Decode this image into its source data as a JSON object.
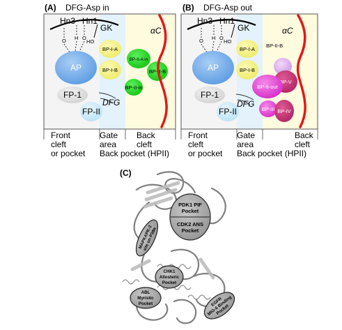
{
  "panel_a": {
    "letter": "(A)",
    "title": "DFG-Asp in",
    "hinge": {
      "hn3": "Hn3",
      "hn1": "Hn1",
      "gk": "GK"
    },
    "atoms": [
      "O",
      "H",
      "O",
      "HO"
    ],
    "pockets": {
      "ap": "AP",
      "bp_i_a": "BP-I-A",
      "bp_i_b": "BP-I-B",
      "bp_ii_a_in": "BP-II-A in",
      "bp_ii_b": "BP-II-B",
      "bp_ii_in": "BP-II-in",
      "fp1": "FP-1",
      "fp2": "FP-II",
      "dfg": "DFG",
      "ac": "αC"
    },
    "bottom": {
      "front": [
        "Front",
        "cleft",
        "or pocket"
      ],
      "gate": [
        "Gate",
        "area"
      ],
      "back": [
        "Back",
        "cleft"
      ],
      "hpii": "Back pocket (HPII)"
    }
  },
  "panel_b": {
    "letter": "(B)",
    "title": "DFG-Asp out",
    "hinge": {
      "hn3": "Hn3",
      "hn1": "Hn1",
      "gk": "GK"
    },
    "atoms": [
      "O",
      "H",
      "O",
      "HO"
    ],
    "pockets": {
      "ap": "AP",
      "bp_i_a": "BP-I-A",
      "bp_i_b": "BP-I-B",
      "bp_ii_b": "BP-II-B",
      "bp_ii_out": "BP-II-out",
      "bp_v": "BP-V",
      "bp_iii": "BP-III",
      "bp_iv": "BP-IV",
      "fp1": "FP-1",
      "fp2": "FP-II",
      "dfg": "DFG",
      "ac": "αC"
    },
    "bottom": {
      "front": [
        "Front",
        "cleft",
        "or pocket"
      ],
      "gate": [
        "Gate",
        "area"
      ],
      "back": [
        "Back",
        "cleft"
      ],
      "hpii": "Back pocket (HPII)"
    }
  },
  "panel_c": {
    "letter": "(C)",
    "pockets": {
      "pdk1": [
        "PDK1 PIF",
        "Pocket"
      ],
      "cdk2": [
        "CDK2 ANS",
        "Pocket"
      ],
      "mapkapk2": [
        "MAPKAPK-2",
        "site on P38α"
      ],
      "chk1": [
        "CHK1",
        "Allosteric",
        "Pocket"
      ],
      "abl": [
        "ABL",
        "Myristic",
        "Pocket"
      ],
      "egfr": [
        "EGFR",
        "MIG-6 Binding",
        "Pocket"
      ]
    }
  },
  "colors": {
    "front_zone": "#f4f4f4",
    "gate_zone": "#e3f2fb",
    "back_zone": "#fffbdf",
    "ap": "#6aa6e6",
    "bp_i": "#f2f07a",
    "green": "#22d322",
    "magenta": "#e23ad4",
    "lavender": "#d8a8ec",
    "crimson": "#c2306e",
    "helix": "#e01a1a",
    "pocket_gray": "#a9a9a9"
  }
}
